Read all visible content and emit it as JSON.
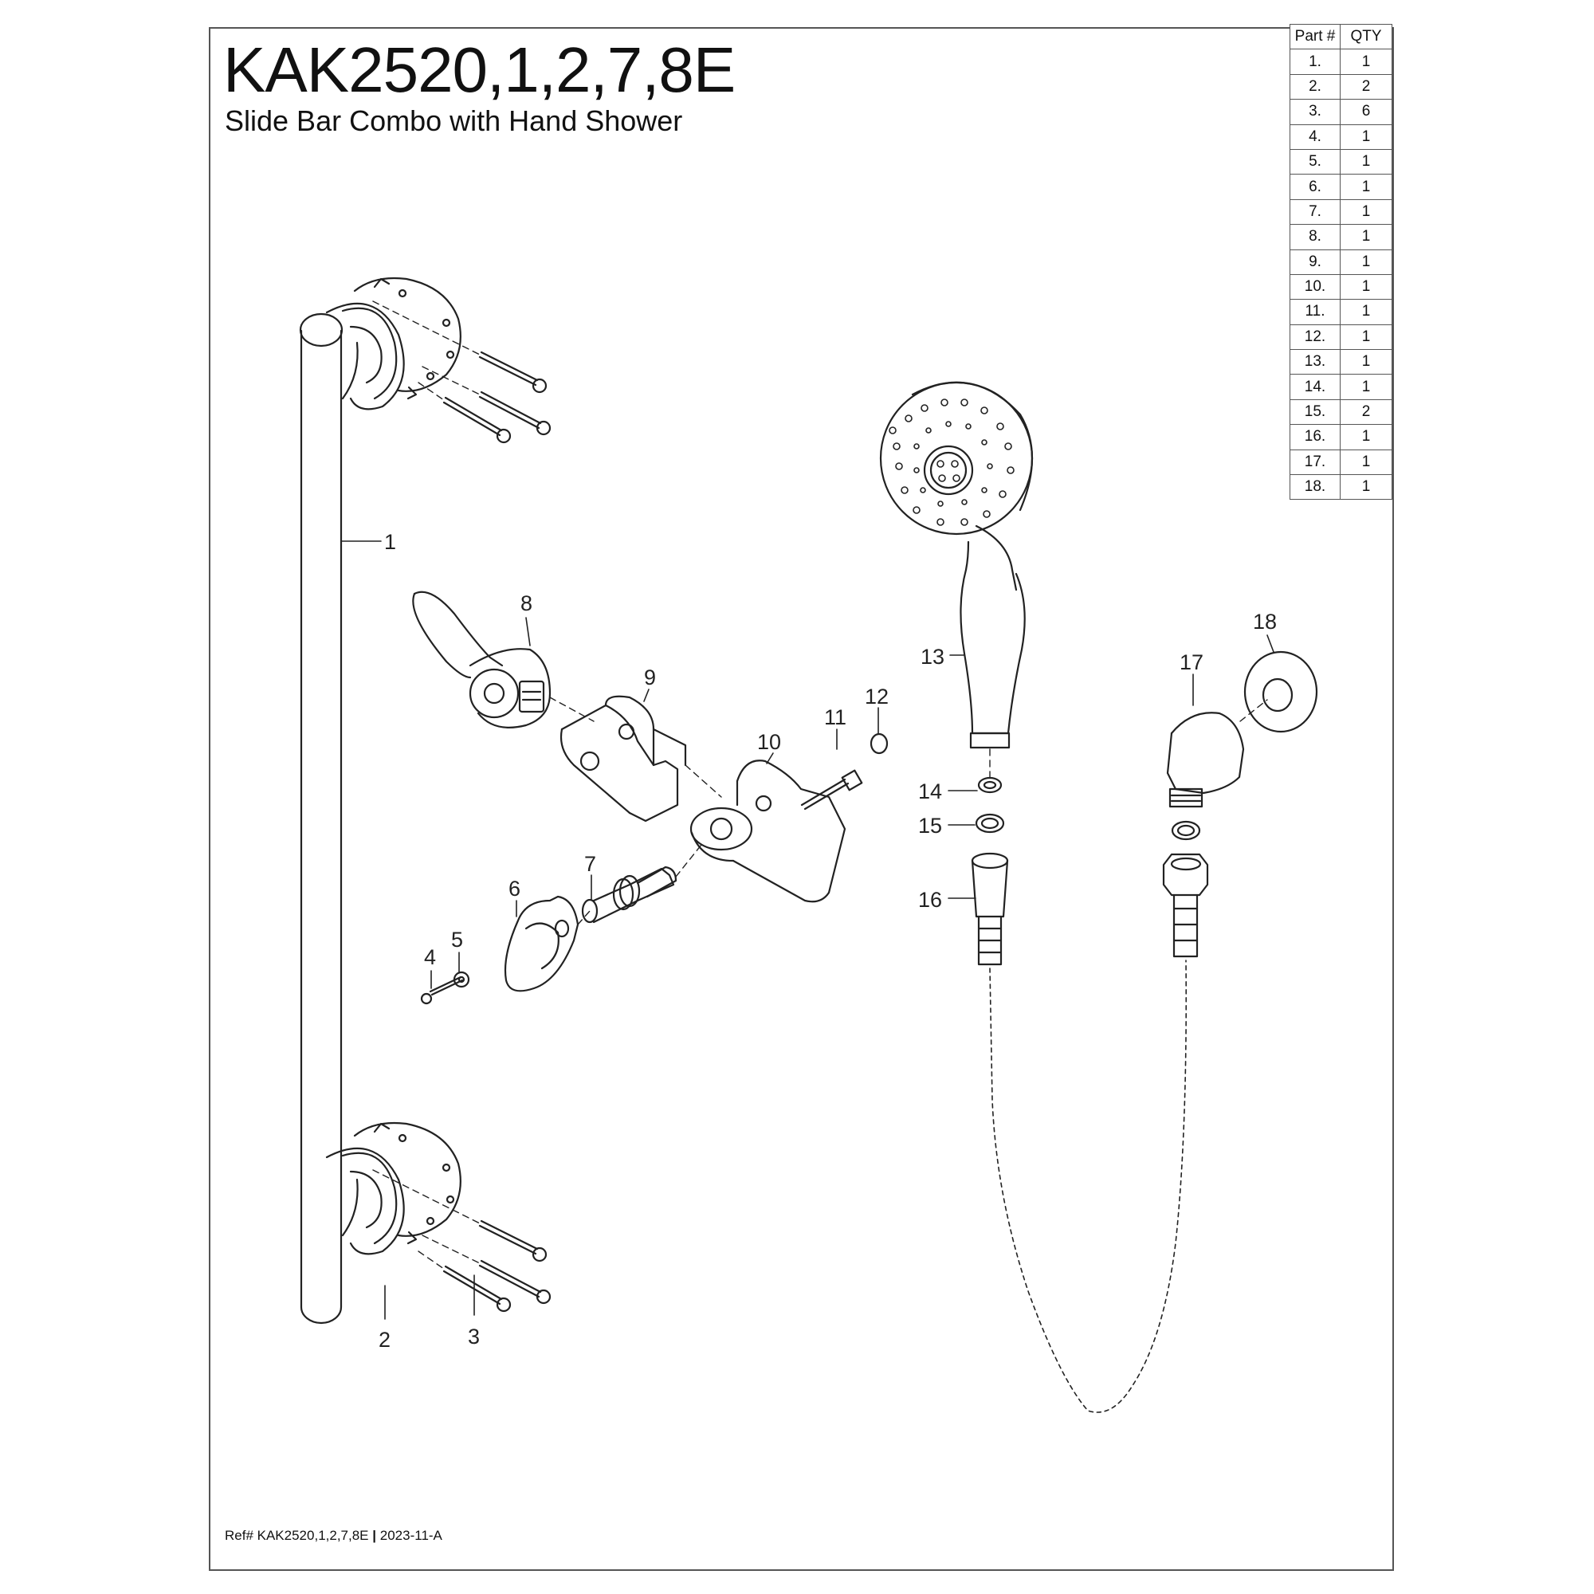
{
  "header": {
    "title": "KAK2520,1,2,7,8E",
    "subtitle": "Slide Bar Combo with Hand Shower"
  },
  "footer": {
    "ref": "Ref# KAK2520,1,2,7,8E",
    "separator": "|",
    "revision": "2023-11-A"
  },
  "parts_table": {
    "headers": [
      "Part #",
      "QTY"
    ],
    "rows": [
      {
        "part": "1.",
        "qty": "1"
      },
      {
        "part": "2.",
        "qty": "2"
      },
      {
        "part": "3.",
        "qty": "6"
      },
      {
        "part": "4.",
        "qty": "1"
      },
      {
        "part": "5.",
        "qty": "1"
      },
      {
        "part": "6.",
        "qty": "1"
      },
      {
        "part": "7.",
        "qty": "1"
      },
      {
        "part": "8.",
        "qty": "1"
      },
      {
        "part": "9.",
        "qty": "1"
      },
      {
        "part": "10.",
        "qty": "1"
      },
      {
        "part": "11.",
        "qty": "1"
      },
      {
        "part": "12.",
        "qty": "1"
      },
      {
        "part": "13.",
        "qty": "1"
      },
      {
        "part": "14.",
        "qty": "1"
      },
      {
        "part": "15.",
        "qty": "2"
      },
      {
        "part": "16.",
        "qty": "1"
      },
      {
        "part": "17.",
        "qty": "1"
      },
      {
        "part": "18.",
        "qty": "1"
      }
    ]
  },
  "callouts": {
    "c1": "1",
    "c2": "2",
    "c3": "3",
    "c4": "4",
    "c5": "5",
    "c6": "6",
    "c7": "7",
    "c8": "8",
    "c9": "9",
    "c10": "10",
    "c11": "11",
    "c12": "12",
    "c13": "13",
    "c14": "14",
    "c15": "15",
    "c16": "16",
    "c17": "17",
    "c18": "18"
  },
  "colors": {
    "line": "#222222",
    "border": "#555555",
    "background": "#ffffff"
  }
}
